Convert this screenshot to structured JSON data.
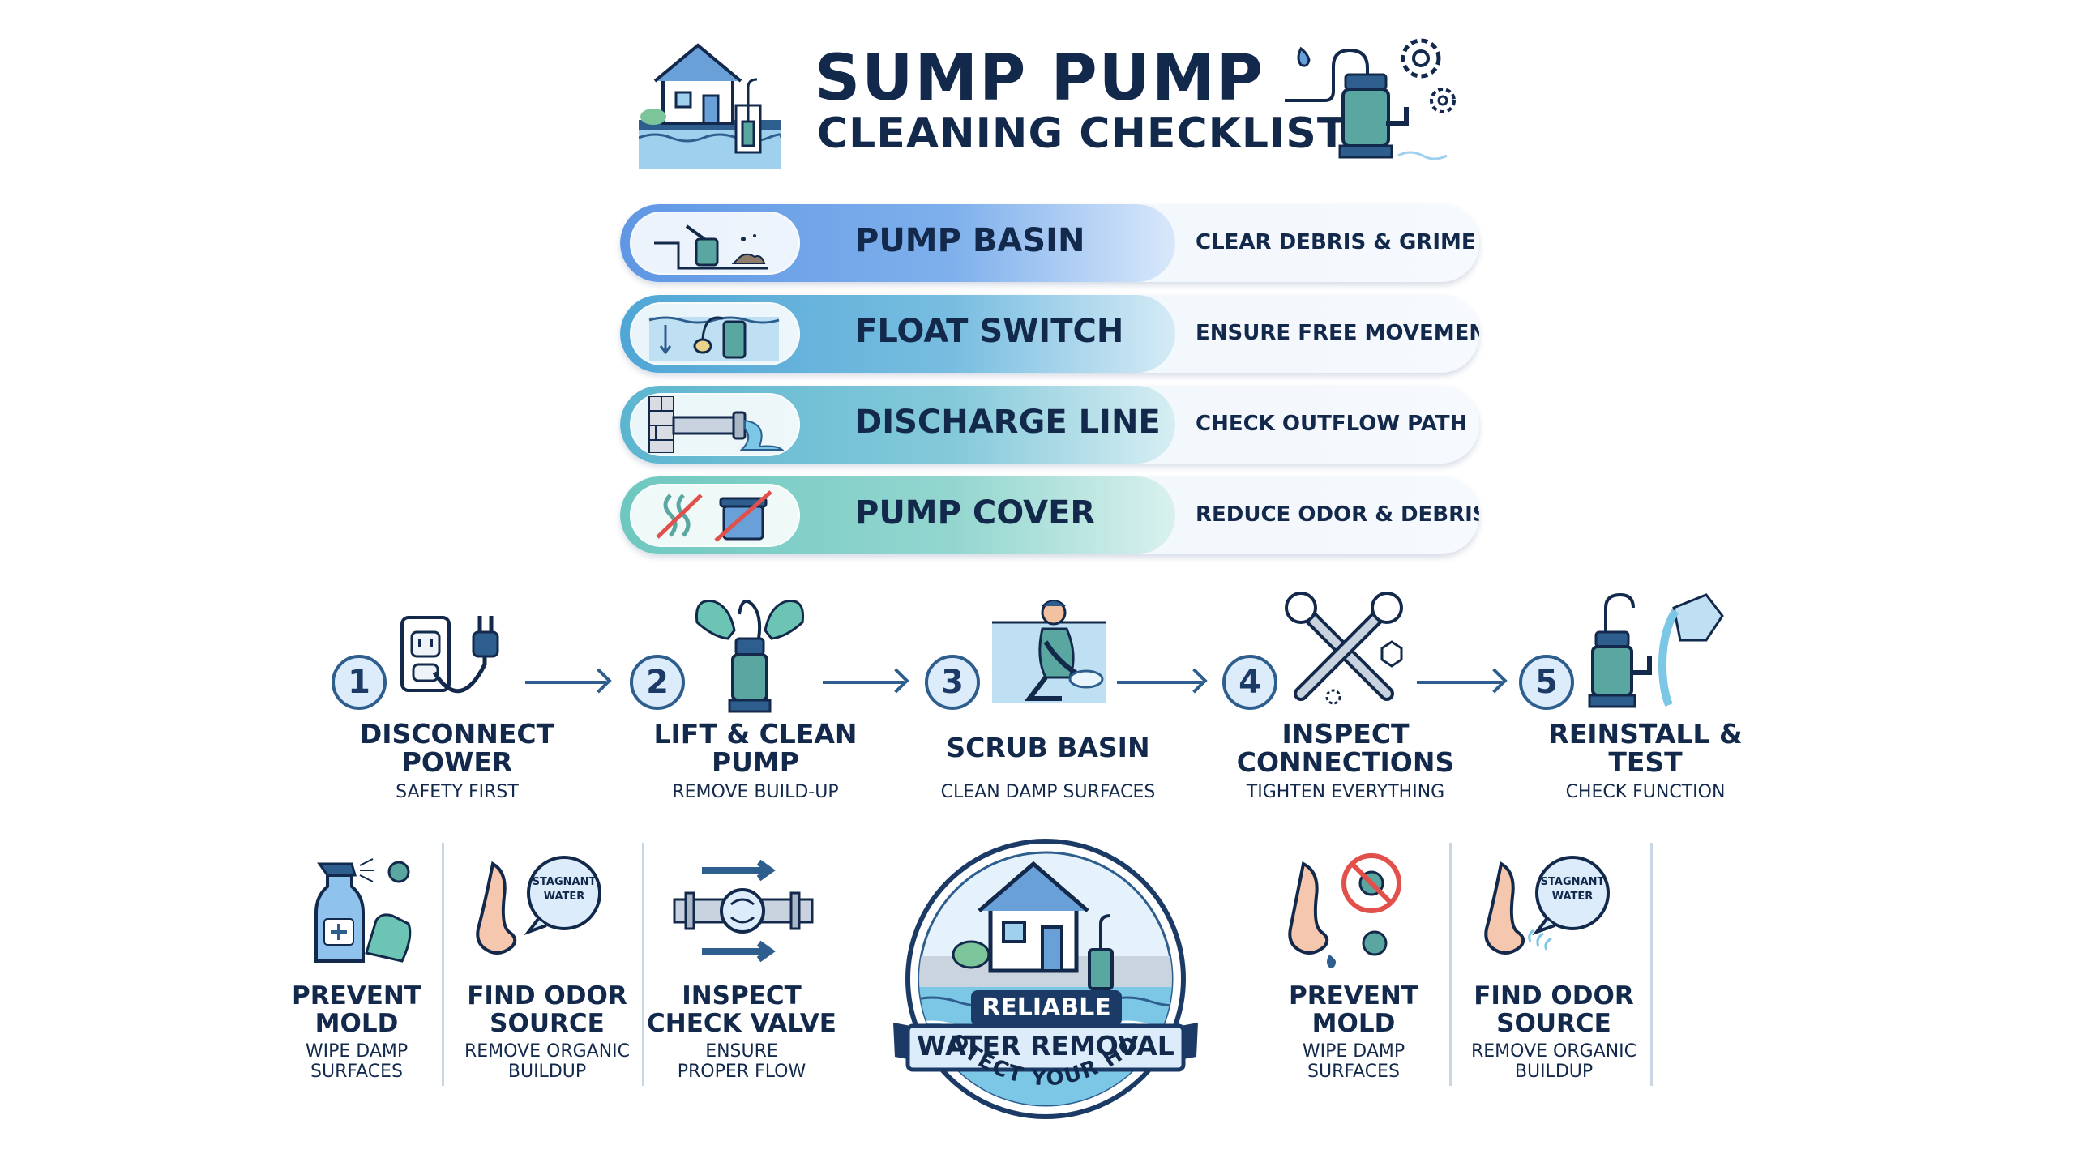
{
  "header": {
    "title_line1": "SUMP PUMP",
    "title_line2": "CLEANING CHECKLIST"
  },
  "checklist": [
    {
      "label": "PUMP BASIN",
      "desc": "CLEAR DEBRIS & GRIME",
      "icon": "pump-basin-icon",
      "color_start": "#5f97e4",
      "color_end": "#d9e8fb"
    },
    {
      "label": "FLOAT SWITCH",
      "desc": "ENSURE FREE MOVEMENT",
      "icon": "float-switch-icon",
      "color_start": "#4fa6d6",
      "color_end": "#d5ebf6"
    },
    {
      "label": "DISCHARGE LINE",
      "desc": "CHECK OUTFLOW PATH",
      "icon": "discharge-pipe-icon",
      "color_start": "#5cb5cf",
      "color_end": "#d7eef3"
    },
    {
      "label": "PUMP COVER",
      "desc": "REDUCE ODOR & DEBRIS",
      "icon": "pump-cover-icon",
      "color_start": "#6ec8c0",
      "color_end": "#d9f1ee"
    }
  ],
  "steps": [
    {
      "num": "1",
      "title": "DISCONNECT POWER",
      "sub": "SAFETY FIRST",
      "icon": "power-plug-icon"
    },
    {
      "num": "2",
      "title": "LIFT & CLEAN PUMP",
      "sub": "REMOVE BUILD-UP",
      "icon": "gloved-hands-pump-icon"
    },
    {
      "num": "3",
      "title": "SCRUB BASIN",
      "sub": "CLEAN DAMP SURFACES",
      "icon": "person-scrubbing-icon"
    },
    {
      "num": "4",
      "title": "INSPECT CONNECTIONS",
      "sub": "TIGHTEN EVERYTHING",
      "icon": "wrench-tools-icon"
    },
    {
      "num": "5",
      "title": "REINSTALL & TEST",
      "sub": "CHECK FUNCTION",
      "icon": "pump-water-test-icon"
    }
  ],
  "tips_left": [
    {
      "title": "PREVENT MOLD",
      "sub": "WIPE DAMP SURFACES",
      "icon": "spray-bottle-icon"
    },
    {
      "title": "FIND ODOR SOURCE",
      "sub": "REMOVE ORGANIC BUILDUP",
      "icon": "nose-icon",
      "bubble": "STAGNANT WATER"
    },
    {
      "title": "INSPECT CHECK VALVE",
      "sub": "ENSURE PROPER FLOW",
      "icon": "check-valve-icon"
    }
  ],
  "tips_right": [
    {
      "title": "PREVENT MOLD",
      "sub": "WIPE DAMP SURFACES",
      "icon": "nose-no-germs-icon"
    },
    {
      "title": "FIND ODOR SOURCE",
      "sub": "REMOVE ORGANIC BUILDUP",
      "icon": "nose-icon",
      "bubble": "STAGNANT WATER"
    }
  ],
  "badge": {
    "line1": "RELIABLE",
    "line2": "WATER REMOVAL",
    "arc_text": "PROTECT YOUR HOME"
  },
  "colors": {
    "navy": "#13294b",
    "accent_blue": "#2d5e8e",
    "teal": "#5aa6a0",
    "light_blue": "#dcecfb"
  }
}
